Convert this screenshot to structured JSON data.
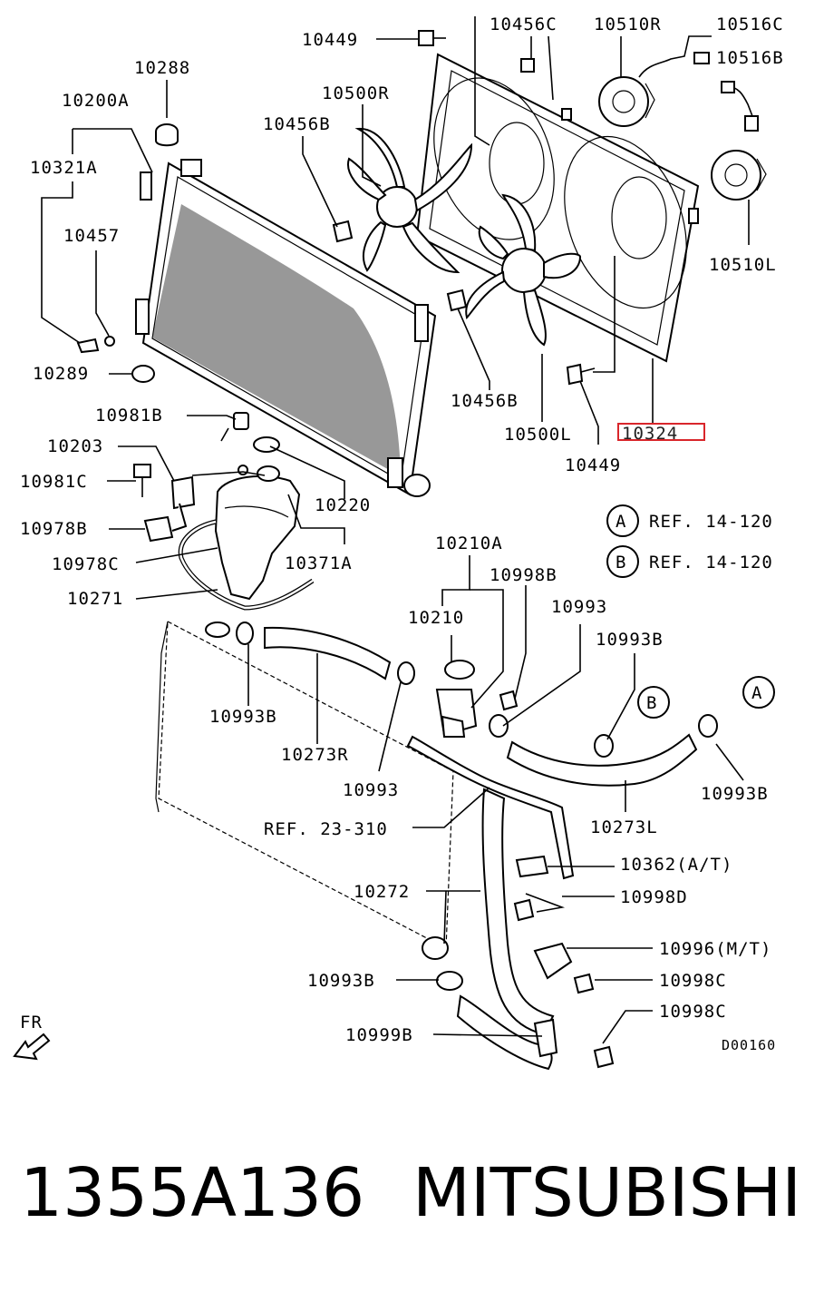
{
  "labels": {
    "l10449a": "10449",
    "l10456c": "10456C",
    "l10510r": "10510R",
    "l10516c": "10516C",
    "l10516b": "10516B",
    "l10288": "10288",
    "l10200a": "10200A",
    "l10500r": "10500R",
    "l10456b_top": "10456B",
    "l10321a": "10321A",
    "l10457": "10457",
    "l10510l": "10510L",
    "l10289": "10289",
    "l10456b_bot": "10456B",
    "l10981b": "10981B",
    "l10500l": "10500L",
    "l10324": "10324",
    "l10203": "10203",
    "l10449b": "10449",
    "l10981c": "10981C",
    "l10220": "10220",
    "l10978b": "10978B",
    "l10978c": "10978C",
    "l10371a": "10371A",
    "l10271": "10271",
    "l10210a": "10210A",
    "l10998b": "10998B",
    "l10993a": "10993",
    "l10210": "10210",
    "l10993b_a": "10993B",
    "l10993b_b": "10993B",
    "l10273r": "10273R",
    "l10993b_c": "10993B",
    "l10993_b": "10993",
    "l_ref23": "REF. 23-310",
    "l10273l": "10273L",
    "l10362": "10362(A/T)",
    "l10272": "10272",
    "l10998d": "10998D",
    "l10996": "10996(M/T)",
    "l10993b_d": "10993B",
    "l10998c_a": "10998C",
    "l10998c_b": "10998C",
    "l10999b": "10999B",
    "l_d00160": "D00160",
    "l_fr": "FR"
  },
  "refs": [
    {
      "letter": "A",
      "text": "REF. 14-120"
    },
    {
      "letter": "B",
      "text": "REF. 14-120"
    }
  ],
  "callouts": {
    "a": "A",
    "b": "B"
  },
  "footer": {
    "part_number": "1355A136",
    "brand": "MITSUBISHI"
  },
  "highlight_color": "#d9262b"
}
